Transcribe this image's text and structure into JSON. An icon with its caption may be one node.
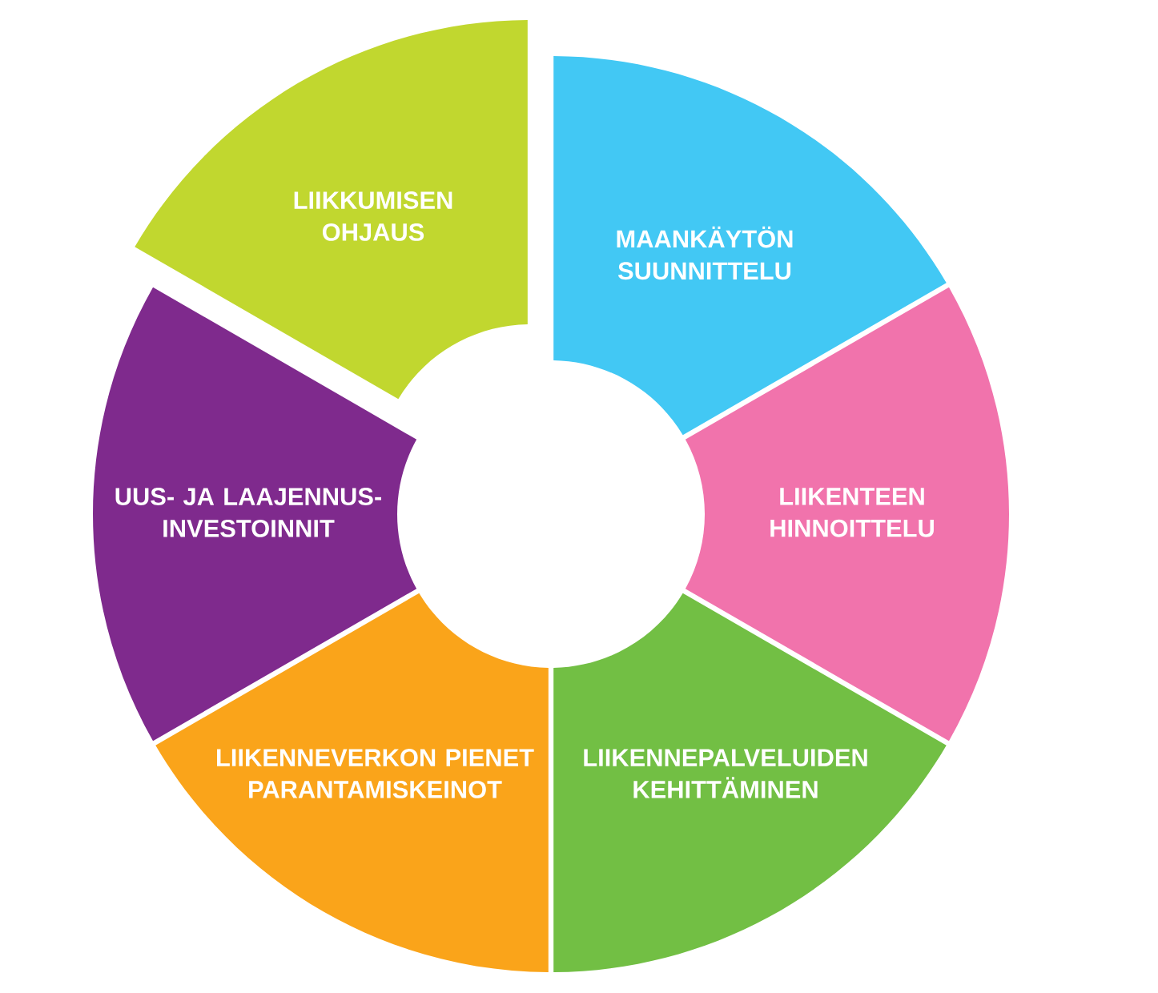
{
  "diagram": {
    "nodes": [
      {
        "text": [
          "LIIKKUMISEN OHJAUS"
        ]
      },
      {
        "text": [
          "MAANKÄYTÖN SUUNNITTELU"
        ]
      },
      {
        "text": [
          "LIIKENTEEN HINNOITTELU"
        ]
      },
      {
        "text": [
          "LIIKENNEPALVELUIDEN KEHITTÄMINEN"
        ]
      },
      {
        "text": [
          "LIIKENNEVERKON PIENET PARANTAMISKEINOT"
        ]
      },
      {
        "text": [
          "UUS- JA LAAJENNUS- INVESTOINNIT"
        ]
      }
    ]
  }
}
